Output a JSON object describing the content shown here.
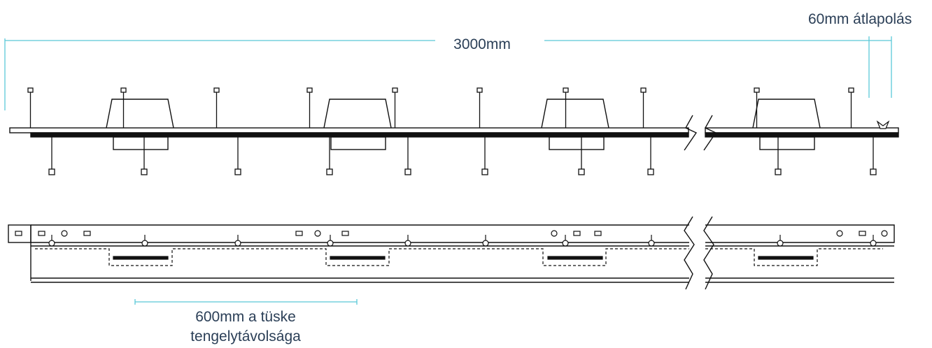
{
  "dimensions": {
    "overall_length": "3000mm",
    "overlap": "60mm átlapolás",
    "pin_spacing_line1": "600mm a tüske",
    "pin_spacing_line2": "tengelytávolsága"
  },
  "colors": {
    "dimension_line": "#5ac8d8",
    "label_text": "#2b3f57",
    "drawing_line": "#111111"
  }
}
